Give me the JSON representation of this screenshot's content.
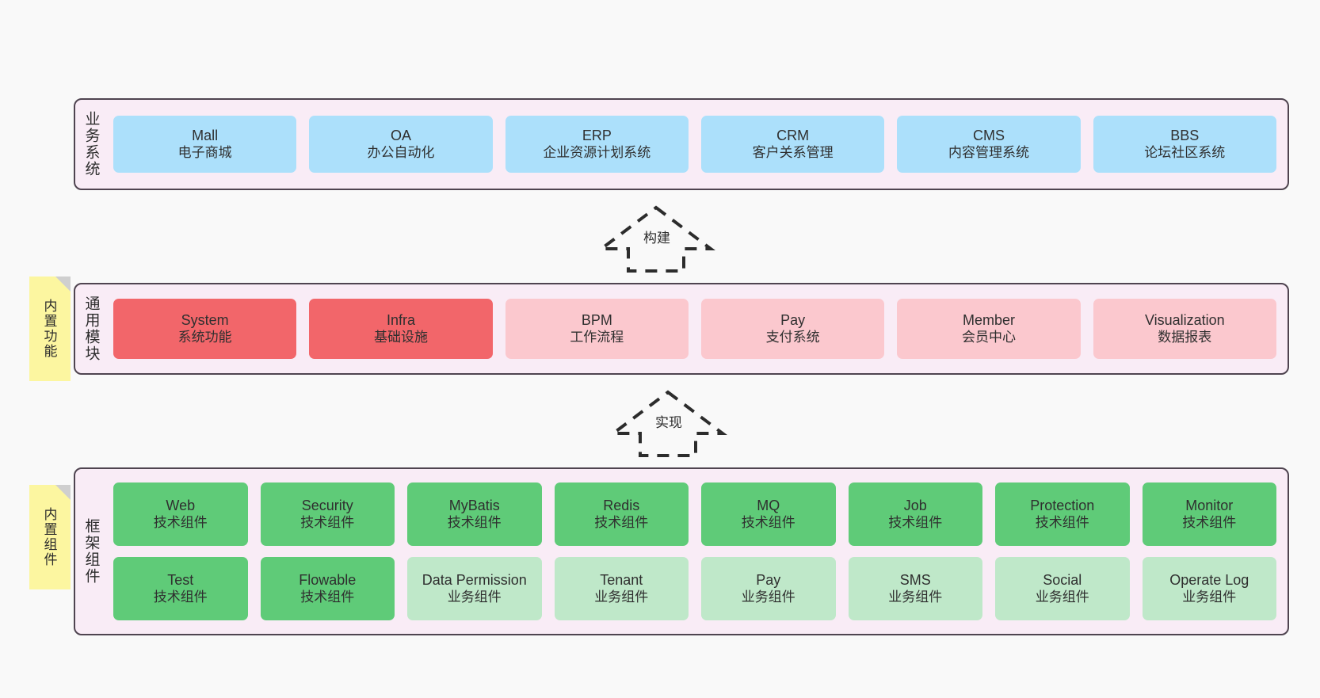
{
  "canvas": {
    "background": "#f9f9f9",
    "container_fill": "#f9ecf6",
    "container_border": "#4f4450",
    "note_fill": "#fcf6a0",
    "colors": {
      "blue": "#ace0fb",
      "red": "#f2666a",
      "pink": "#fbc8ce",
      "green": "#5fcb78",
      "light_green": "#bfe8c9"
    }
  },
  "layers": {
    "business": {
      "title": "业务系统",
      "items": [
        {
          "en": "Mall",
          "cn": "电子商城",
          "color": "blue"
        },
        {
          "en": "OA",
          "cn": "办公自动化",
          "color": "blue"
        },
        {
          "en": "ERP",
          "cn": "企业资源计划系统",
          "color": "blue"
        },
        {
          "en": "CRM",
          "cn": "客户关系管理",
          "color": "blue"
        },
        {
          "en": "CMS",
          "cn": "内容管理系统",
          "color": "blue"
        },
        {
          "en": "BBS",
          "cn": "论坛社区系统",
          "color": "blue"
        }
      ]
    },
    "module": {
      "title": "通用模块",
      "note": "内置功能",
      "items": [
        {
          "en": "System",
          "cn": "系统功能",
          "color": "red"
        },
        {
          "en": "Infra",
          "cn": "基础设施",
          "color": "red"
        },
        {
          "en": "BPM",
          "cn": "工作流程",
          "color": "pink"
        },
        {
          "en": "Pay",
          "cn": "支付系统",
          "color": "pink"
        },
        {
          "en": "Member",
          "cn": "会员中心",
          "color": "pink"
        },
        {
          "en": "Visualization",
          "cn": "数据报表",
          "color": "pink"
        }
      ]
    },
    "framework": {
      "title": "框架组件",
      "note": "内置组件",
      "row1": [
        {
          "en": "Web",
          "cn": "技术组件",
          "color": "green"
        },
        {
          "en": "Security",
          "cn": "技术组件",
          "color": "green"
        },
        {
          "en": "MyBatis",
          "cn": "技术组件",
          "color": "green"
        },
        {
          "en": "Redis",
          "cn": "技术组件",
          "color": "green"
        },
        {
          "en": "MQ",
          "cn": "技术组件",
          "color": "green"
        },
        {
          "en": "Job",
          "cn": "技术组件",
          "color": "green"
        },
        {
          "en": "Protection",
          "cn": "技术组件",
          "color": "green"
        },
        {
          "en": "Monitor",
          "cn": "技术组件",
          "color": "green"
        }
      ],
      "row2": [
        {
          "en": "Test",
          "cn": "技术组件",
          "color": "green"
        },
        {
          "en": "Flowable",
          "cn": "技术组件",
          "color": "green"
        },
        {
          "en": "Data Permission",
          "cn": "业务组件",
          "color": "light_green"
        },
        {
          "en": "Tenant",
          "cn": "业务组件",
          "color": "light_green"
        },
        {
          "en": "Pay",
          "cn": "业务组件",
          "color": "light_green"
        },
        {
          "en": "SMS",
          "cn": "业务组件",
          "color": "light_green"
        },
        {
          "en": "Social",
          "cn": "业务组件",
          "color": "light_green"
        },
        {
          "en": "Operate Log",
          "cn": "业务组件",
          "color": "light_green"
        }
      ]
    }
  },
  "arrows": [
    {
      "id": "build",
      "label": "构建",
      "direction": "up",
      "style": "dashed"
    },
    {
      "id": "impl",
      "label": "实现",
      "direction": "up",
      "style": "dashed"
    }
  ]
}
